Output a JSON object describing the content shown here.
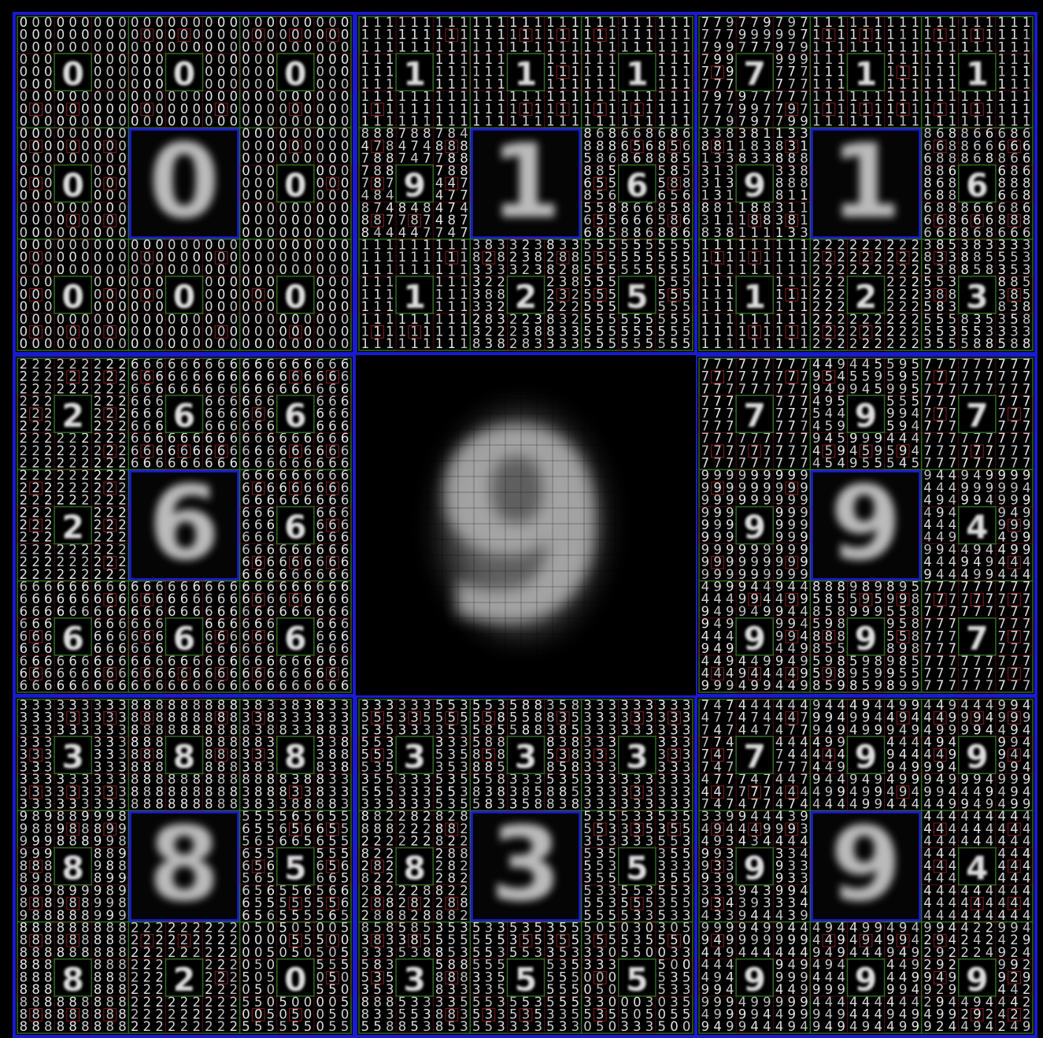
{
  "figure": {
    "background_color": "#000000",
    "frame_color": "#1a1ad0",
    "subframe_color": "#2f6b1e",
    "cell_highlight_color": "#8a1a1a",
    "digit_color": "#e8e8e8",
    "center_blob_digit": "9",
    "tiles": [
      {
        "id": "top-left",
        "center_digit": "0",
        "sub_centers": [
          "0",
          "0",
          "0",
          "0",
          "0",
          "0",
          "0",
          "0"
        ],
        "sub_fill": [
          [
            "0"
          ],
          [
            "0"
          ],
          [
            "0"
          ],
          [
            "0"
          ],
          [
            "0"
          ],
          [
            "0"
          ],
          [
            "0"
          ],
          [
            "0"
          ]
        ]
      },
      {
        "id": "top-middle",
        "center_digit": "1",
        "sub_centers": [
          "1",
          "1",
          "1",
          "9",
          "6",
          "1",
          "2",
          "5"
        ],
        "sub_fill": [
          [
            "1"
          ],
          [
            "1"
          ],
          [
            "1"
          ],
          [
            "7",
            "4",
            "8"
          ],
          [
            "5",
            "6",
            "8"
          ],
          [
            "1"
          ],
          [
            "3",
            "2",
            "8"
          ],
          [
            "5"
          ]
        ]
      },
      {
        "id": "top-right",
        "center_digit": "1",
        "sub_centers": [
          "7",
          "1",
          "1",
          "9",
          "6",
          "1",
          "2",
          "3"
        ],
        "sub_fill": [
          [
            "7",
            "9"
          ],
          [
            "1"
          ],
          [
            "1"
          ],
          [
            "3",
            "1",
            "8"
          ],
          [
            "6",
            "8"
          ],
          [
            "1"
          ],
          [
            "2"
          ],
          [
            "3",
            "5",
            "8"
          ]
        ]
      },
      {
        "id": "middle-left",
        "center_digit": "6",
        "sub_centers": [
          "2",
          "6",
          "6",
          "2",
          "6",
          "6",
          "6",
          "6"
        ],
        "sub_fill": [
          [
            "2"
          ],
          [
            "6"
          ],
          [
            "6"
          ],
          [
            "2"
          ],
          [
            "6"
          ],
          [
            "6"
          ],
          [
            "6"
          ],
          [
            "6"
          ]
        ]
      },
      {
        "id": "middle-right",
        "center_digit": "9",
        "sub_centers": [
          "7",
          "9",
          "7",
          "9",
          "4",
          "9",
          "9",
          "7"
        ],
        "sub_fill": [
          [
            "7"
          ],
          [
            "9",
            "4",
            "5"
          ],
          [
            "7"
          ],
          [
            "9"
          ],
          [
            "4",
            "9"
          ],
          [
            "9",
            "4"
          ],
          [
            "9",
            "5",
            "8"
          ],
          [
            "7"
          ]
        ]
      },
      {
        "id": "bottom-left",
        "center_digit": "8",
        "sub_centers": [
          "3",
          "8",
          "8",
          "8",
          "5",
          "8",
          "2",
          "0"
        ],
        "sub_fill": [
          [
            "3"
          ],
          [
            "8"
          ],
          [
            "8",
            "3"
          ],
          [
            "8",
            "9"
          ],
          [
            "5",
            "6"
          ],
          [
            "8"
          ],
          [
            "2"
          ],
          [
            "0",
            "5"
          ]
        ]
      },
      {
        "id": "bottom-middle",
        "center_digit": "3",
        "sub_centers": [
          "3",
          "3",
          "3",
          "8",
          "5",
          "3",
          "5",
          "5"
        ],
        "sub_fill": [
          [
            "3",
            "5"
          ],
          [
            "3",
            "5",
            "8"
          ],
          [
            "3"
          ],
          [
            "8",
            "2"
          ],
          [
            "5",
            "3"
          ],
          [
            "3",
            "5",
            "8"
          ],
          [
            "5",
            "3"
          ],
          [
            "5",
            "0",
            "3"
          ]
        ]
      },
      {
        "id": "bottom-right",
        "center_digit": "9",
        "sub_centers": [
          "7",
          "9",
          "9",
          "9",
          "4",
          "9",
          "9",
          "9"
        ],
        "sub_fill": [
          [
            "7",
            "4"
          ],
          [
            "9",
            "4"
          ],
          [
            "9",
            "4"
          ],
          [
            "9",
            "4",
            "3"
          ],
          [
            "4"
          ],
          [
            "9",
            "4"
          ],
          [
            "9",
            "4"
          ],
          [
            "9",
            "4",
            "2"
          ]
        ]
      }
    ]
  }
}
